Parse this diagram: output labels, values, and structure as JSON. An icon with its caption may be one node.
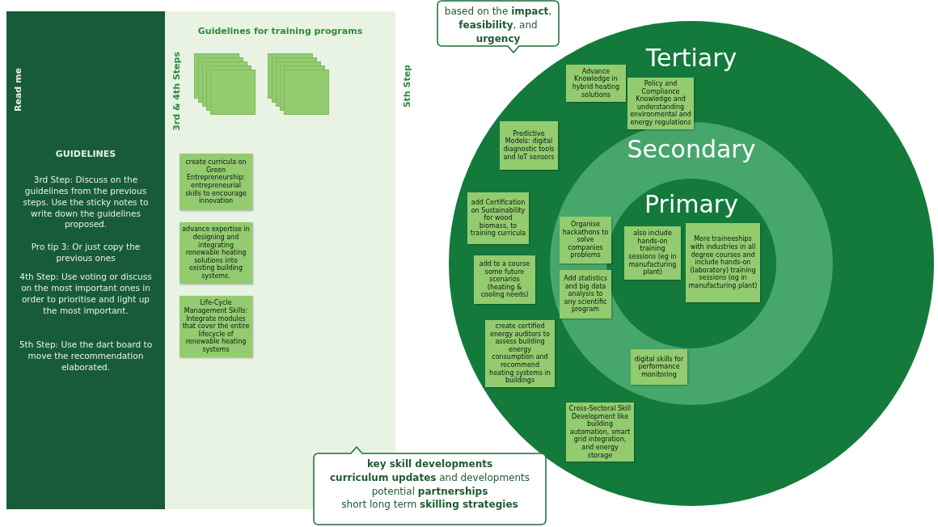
{
  "diagram": {
    "nodes": [
      {
        "text": [
          "Read me",
          "GUIDELINES",
          "3rd Step: Discuss on the guidelines from the previous steps. Use the sticky notes to write down the guidelines proposed.",
          "Pro tip 3: Or just copy the previous ones",
          "4th Step: Use voting or discuss on the most important ones in order to prioritise and light up the most important.",
          "5th Step: Use the dart board to move the recommendation elaborated."
        ]
      },
      {
        "text": [
          "Guidelines for training programs",
          "3rd & 4th Steps"
        ]
      },
      {
        "text": [],
        "shape": "box",
        "in": 1
      },
      {
        "text": [],
        "shape": "box",
        "in": 1
      },
      {
        "text": [
          "create curricula on Green Entrepreneurship: entrepreneurial skills to encourage innovation"
        ],
        "in": 1
      },
      {
        "text": [
          "advance expertise in designing and integrating renewable heating solutions into existing building systems."
        ],
        "in": 1
      },
      {
        "text": [
          "Life-Cycle Management Skills: Integrate modules that cover the entire lifecycle of renewable heating systems"
        ],
        "in": 1
      },
      {
        "text": [
          "based on the **impact**, **feasibility**, and **urgency**"
        ]
      },
      {
        "text": [
          "Tertiary"
        ]
      },
      {
        "text": [
          "Advance Knowledge in hybrid heating solutions"
        ],
        "in": 8
      },
      {
        "text": [
          "Policy and Compliance Knowledge and understanding environmental and energy regulations"
        ],
        "in": 8
      },
      {
        "text": [
          "Predictive Models: digital diagnostic tools and IoT sensors"
        ],
        "in": 8
      },
      {
        "text": [
          "add Certification on Sustainability for wood biomass, to training curricula"
        ],
        "in": 8
      },
      {
        "text": [
          "add to a course some future scenarios (heating & cooling needs)"
        ],
        "in": 8
      },
      {
        "text": [
          "create certified energy auditors to assess building energy consumption and recommend heating systems in buildings"
        ],
        "in": 8
      },
      {
        "text": [
          "Cross-Sectoral Skill Development like building automation, smart grid integration, and energy storage"
        ],
        "in": 8
      },
      {
        "text": [
          "Secondary"
        ],
        "in": 8
      },
      {
        "text": [
          "Organise hackathons to solve companies problems"
        ],
        "in": 16
      },
      {
        "text": [
          "Add statistics and big data analysis to any scientific program"
        ],
        "in": 16
      },
      {
        "text": [
          "digital skills for performance monitoring"
        ],
        "in": 16
      },
      {
        "text": [
          "Primary"
        ],
        "in": 16
      },
      {
        "text": [
          "also include hands-on training sessions (eg in manufacturing plant)"
        ],
        "in": 20
      },
      {
        "text": [
          "More traineeships with industries in all degree courses and include hands-on (laboratory) training sessions (eg in manufacturing plant)"
        ],
        "in": 20
      },
      {
        "text": [
          "**key skill developments**",
          "**curriculum updates** and developments",
          "potential **partnerships**",
          "short long term **skilling strategies**"
        ]
      }
    ],
    "labels": [
      "5th Step"
    ]
  }
}
